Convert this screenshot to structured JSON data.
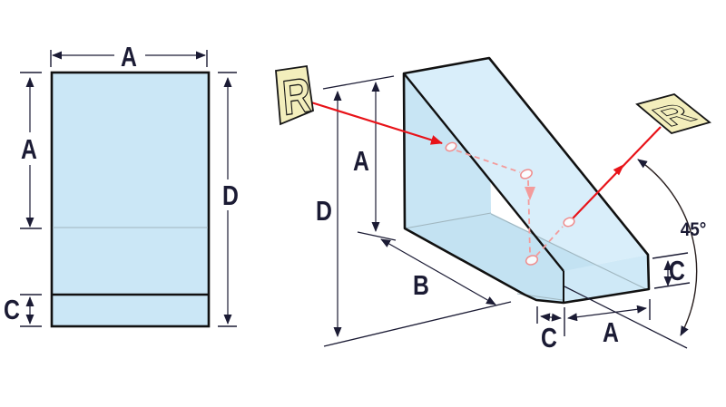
{
  "diagram": {
    "kind": "optical-prism-dimensional-drawing",
    "front_view": {
      "width_label": "A",
      "upper_height_label": "A",
      "total_height_label": "D",
      "bevel_label": "C"
    },
    "iso_view": {
      "upper_height_label": "A",
      "total_height_label": "D",
      "length_label": "B",
      "bevel_width_label": "C",
      "end_width_label": "A",
      "end_thickness_label": "C",
      "exit_angle_label": "45°",
      "input_image_label": "R",
      "output_image_label": "R"
    },
    "colors": {
      "glass_fill": "#cbe7f6",
      "glass_fill_light": "#d9eefa",
      "glass_fill_dark": "#c3e2f2",
      "glass_fill_end": "#cfe9f7",
      "outline": "#111111",
      "hidden_edge": "#a0b6bf",
      "dimension_ink": "#1b1b34",
      "beam_red": "#e81319",
      "beam_pink": "#f39b9b",
      "card_fill": "#f3eebc"
    }
  }
}
